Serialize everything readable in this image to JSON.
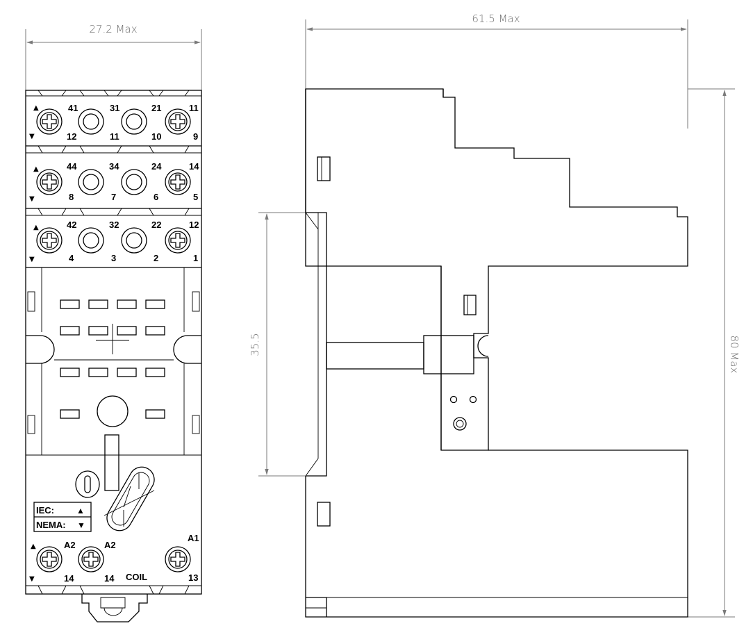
{
  "dimensions": {
    "front_width": "27.2 Max",
    "side_width": "61.5 Max",
    "rail_height": "35.5",
    "total_height": "80 Max"
  },
  "terminals": {
    "row1_top": [
      "41",
      "31",
      "21",
      "11"
    ],
    "row1_bottom": [
      "12",
      "11",
      "10",
      "9"
    ],
    "row2_top": [
      "44",
      "34",
      "24",
      "14"
    ],
    "row2_bottom": [
      "8",
      "7",
      "6",
      "5"
    ],
    "row3_top": [
      "42",
      "32",
      "22",
      "12"
    ],
    "row3_bottom": [
      "4",
      "3",
      "2",
      "1"
    ],
    "coil_top": [
      "A2",
      "A2",
      "A1"
    ],
    "coil_bottom": [
      "14",
      "14",
      "13"
    ],
    "coil_label": "COIL"
  },
  "legend": {
    "iec": "IEC:",
    "nema": "NEMA:",
    "iec_symbol": "▲",
    "nema_symbol": "▼"
  },
  "markers": {
    "up": "▲",
    "down": "▼"
  }
}
